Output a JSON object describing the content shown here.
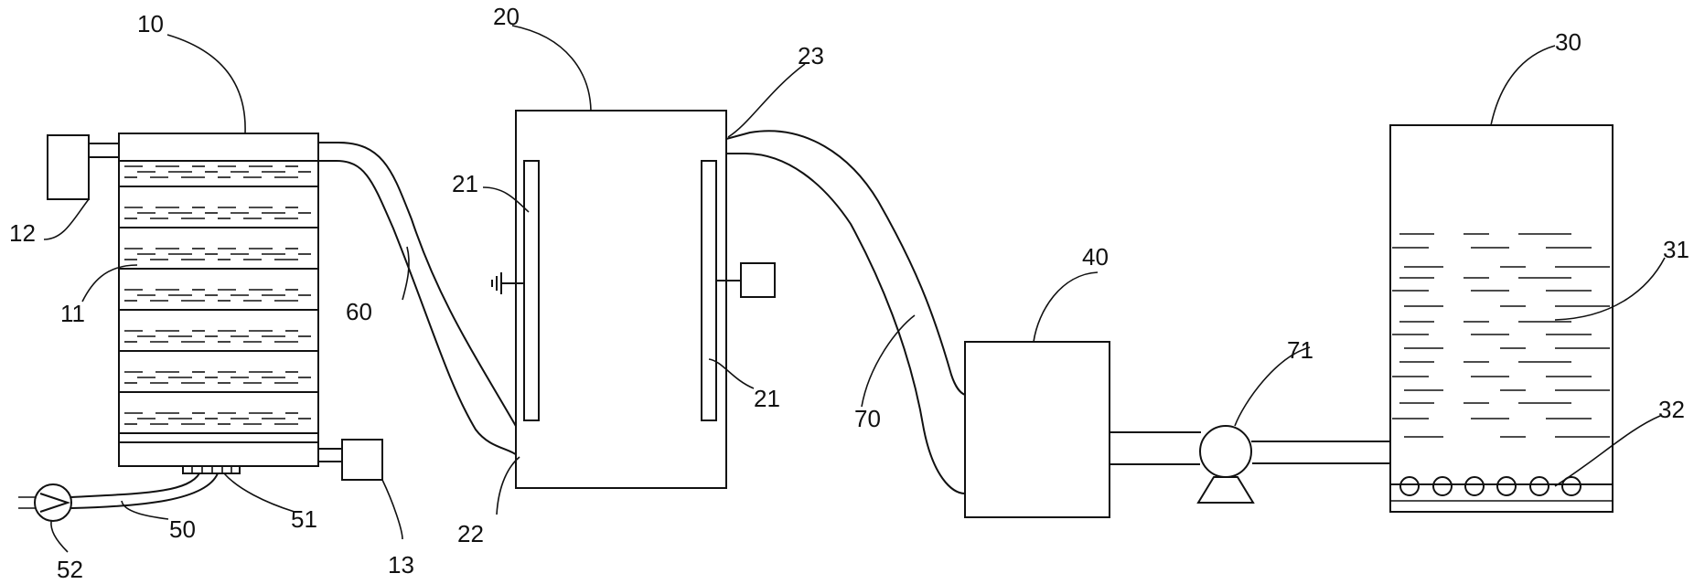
{
  "labels": {
    "l10": "10",
    "l11": "11",
    "l12": "12",
    "l13": "13",
    "l20": "20",
    "l21a": "21",
    "l21b": "21",
    "l22": "22",
    "l23": "23",
    "l30": "30",
    "l31": "31",
    "l32": "32",
    "l40": "40",
    "l50": "50",
    "l51": "51",
    "l52": "52",
    "l60": "60",
    "l70": "70",
    "l71": "71"
  }
}
